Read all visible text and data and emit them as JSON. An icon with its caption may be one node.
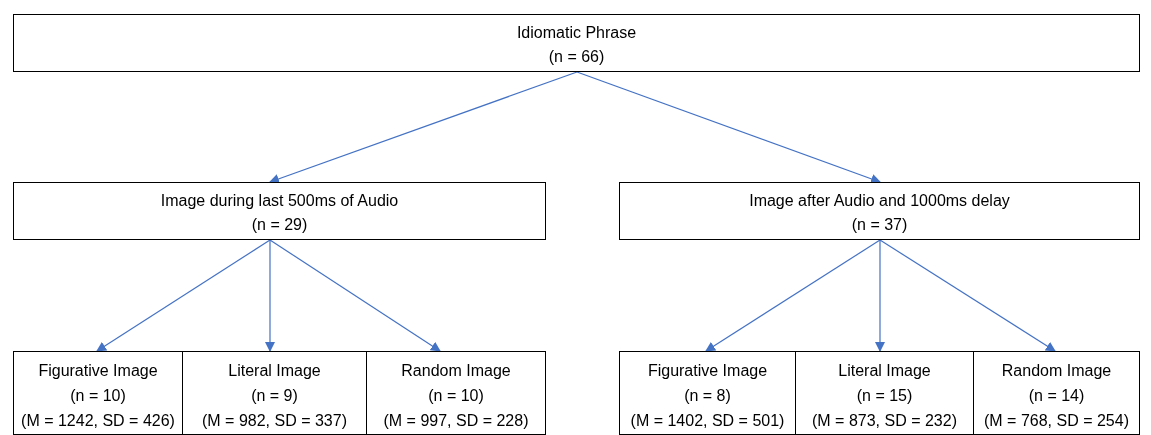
{
  "diagram": {
    "nodes": [
      {
        "text": [
          "Idiomatic Phrase",
          "(n = 66)"
        ]
      },
      {
        "text": [
          "Image during last 500ms of Audio",
          "(n = 29)"
        ]
      },
      {
        "text": [
          "Image after Audio and 1000ms delay",
          "(n = 37)"
        ]
      },
      {
        "text": [
          "Figurative Image",
          "(n = 10)",
          "(M = 1242, SD = 426)"
        ]
      },
      {
        "text": [
          "Literal Image",
          "(n = 9)",
          "(M = 982, SD = 337)"
        ]
      },
      {
        "text": [
          "Random Image",
          "(n = 10)",
          "(M = 997, SD = 228)"
        ]
      },
      {
        "text": [
          "Figurative Image",
          "(n = 8)",
          "(M = 1402, SD = 501)"
        ]
      },
      {
        "text": [
          "Literal Image",
          "(n = 15)",
          "(M = 873, SD = 232)"
        ]
      },
      {
        "text": [
          "Random Image",
          "(n = 14)",
          "(M = 768, SD = 254)"
        ]
      }
    ],
    "edges": [
      {
        "from": 0,
        "to": 1,
        "arrow": "to"
      },
      {
        "from": 0,
        "to": 2,
        "arrow": "to"
      },
      {
        "from": 1,
        "to": 3,
        "arrow": "to"
      },
      {
        "from": 1,
        "to": 4,
        "arrow": "to"
      },
      {
        "from": 1,
        "to": 5,
        "arrow": "to"
      },
      {
        "from": 2,
        "to": 6,
        "arrow": "to"
      },
      {
        "from": 2,
        "to": 7,
        "arrow": "to"
      },
      {
        "from": 2,
        "to": 8,
        "arrow": "to"
      }
    ]
  }
}
